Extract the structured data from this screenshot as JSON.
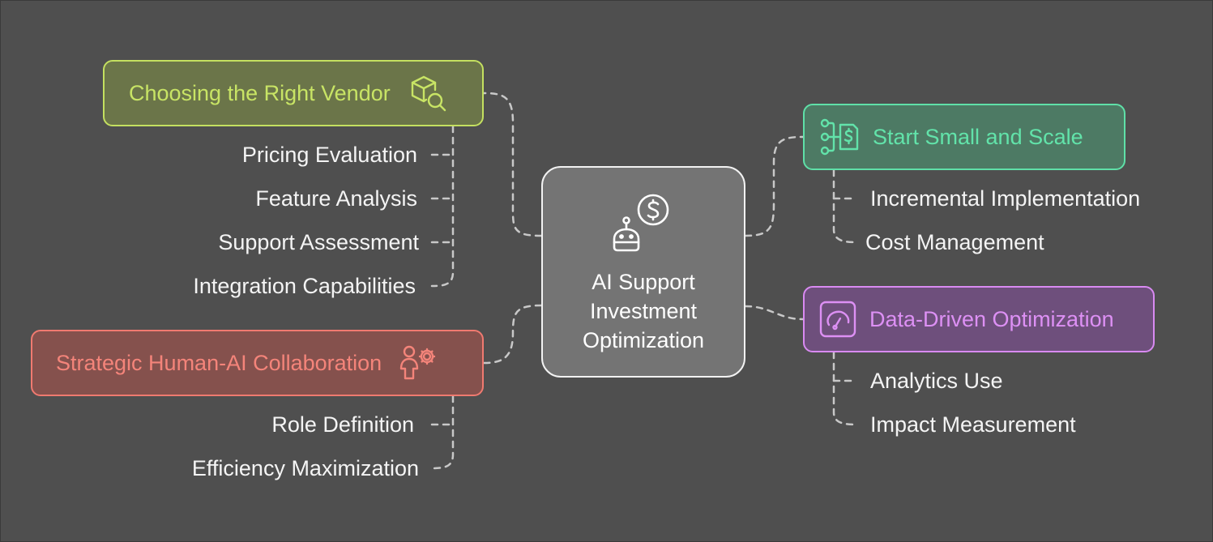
{
  "center": {
    "title": "AI Support Investment Optimization",
    "icon": "robot-dollar-icon"
  },
  "branches": {
    "vendor": {
      "title": "Choosing the Right Vendor",
      "icon": "box-search-icon",
      "color": "#c4e060",
      "items": [
        "Pricing Evaluation",
        "Feature Analysis",
        "Support Assessment",
        "Integration Capabilities"
      ]
    },
    "strategic": {
      "title": "Strategic Human-AI Collaboration",
      "icon": "person-gear-icon",
      "color": "#f07a70",
      "items": [
        "Role Definition",
        "Efficiency Maximization"
      ]
    },
    "start": {
      "title": "Start Small and Scale",
      "icon": "flow-dollar-icon",
      "color": "#5fe0a8",
      "items": [
        "Incremental Implementation",
        "Cost Management"
      ]
    },
    "data": {
      "title": "Data-Driven Optimization",
      "icon": "gauge-icon",
      "color": "#d98af2",
      "items": [
        "Analytics Use",
        "Impact Measurement"
      ]
    }
  },
  "colors": {
    "background": "#4f4f4f",
    "connector": "#c8c8c8"
  }
}
